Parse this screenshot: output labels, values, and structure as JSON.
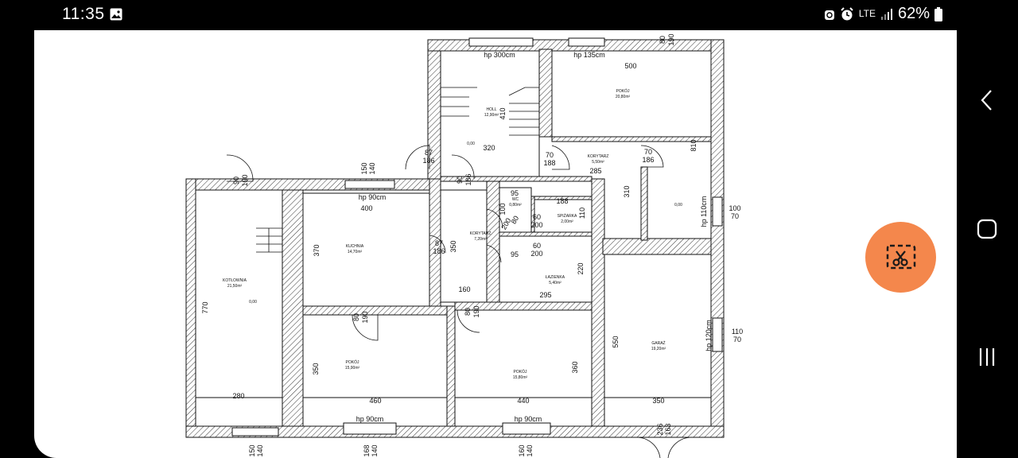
{
  "status_bar": {
    "time": "11:35",
    "network": "LTE",
    "battery": "62%"
  },
  "plan": {
    "rooms": {
      "holl": {
        "name": "HOLL",
        "area": "12,90m²"
      },
      "pokoj_top": {
        "name": "POKÓJ",
        "area": "20,80m²"
      },
      "korytarz_top": {
        "name": "KORYTARZ",
        "area": "5,50m²"
      },
      "korytarz_mid": {
        "name": "KORYTARZ",
        "area": "7,20m²"
      },
      "wc": {
        "name": "WC",
        "area": "0,80m²"
      },
      "spizarka": {
        "name": "SPIŻARKA",
        "area": "2,00m²"
      },
      "lazienka": {
        "name": "ŁAZIENKA",
        "area": "5,40m²"
      },
      "kuchnia": {
        "name": "KUCHNIA",
        "area": "14,70m²"
      },
      "kotlownia": {
        "name": "KOTŁOWNIA",
        "area": "21,50m²"
      },
      "pokoj_left": {
        "name": "POKÓJ",
        "area": "15,90m²"
      },
      "pokoj_mid": {
        "name": "POKÓJ",
        "area": "15,80m²"
      },
      "garaz": {
        "name": "GARAŻ",
        "area": "19,20m²"
      }
    },
    "labels": {
      "hp300": "hp 300cm",
      "hp135": "hp 135cm",
      "hp90_kitchen": "hp 90cm",
      "hp90_bl": "hp 90cm",
      "hp90_bm": "hp 90cm",
      "hp110": "hp 110cm",
      "hp120": "hp 120cm",
      "d500": "500",
      "d320": "320",
      "d410": "410",
      "d810": "810",
      "d285": "285",
      "d310": "310",
      "d400": "400",
      "d370": "370",
      "d350_k": "350",
      "d188": "188",
      "d110_s": "110",
      "d220": "220",
      "d295": "295",
      "d160": "160",
      "d770": "770",
      "d280": "280",
      "d460": "460",
      "d440": "440",
      "d350_l": "350",
      "d360": "360",
      "d550": "550",
      "d350_g": "350",
      "d95a": "95",
      "d95b": "95",
      "d100w": "100",
      "lvl1": "0,00",
      "lvl2": "0,00",
      "lvl3": "0,00",
      "door_87_186_a": "87",
      "door_87_186_a2": "186",
      "door_70_188": "70",
      "door_70_188b": "188",
      "door_70_186": "70",
      "door_70_186b": "186",
      "door_87_186_k": "87",
      "door_87_186_k2": "186",
      "door_60_200a": "60",
      "door_60_200a2": "200",
      "door_60_200b": "60",
      "door_60_200b2": "200",
      "door_60_200w": "200",
      "door_80w": "80",
      "win_100": "100",
      "win_70a": "70",
      "win_110": "110",
      "win_70b": "70",
      "v90_190": "90",
      "v190": "190",
      "v150_140": "150",
      "v140": "140",
      "v90_186": "90",
      "v186": "186",
      "v80_190a": "80",
      "v190a": "190",
      "v80_190b": "80",
      "v190b": "190",
      "v80_190top": "80",
      "v190top": "190",
      "v150b": "150",
      "v140b": "140",
      "v168": "168",
      "v140c": "140",
      "v160": "160",
      "v140d": "140",
      "v236": "236",
      "v163": "163"
    }
  }
}
